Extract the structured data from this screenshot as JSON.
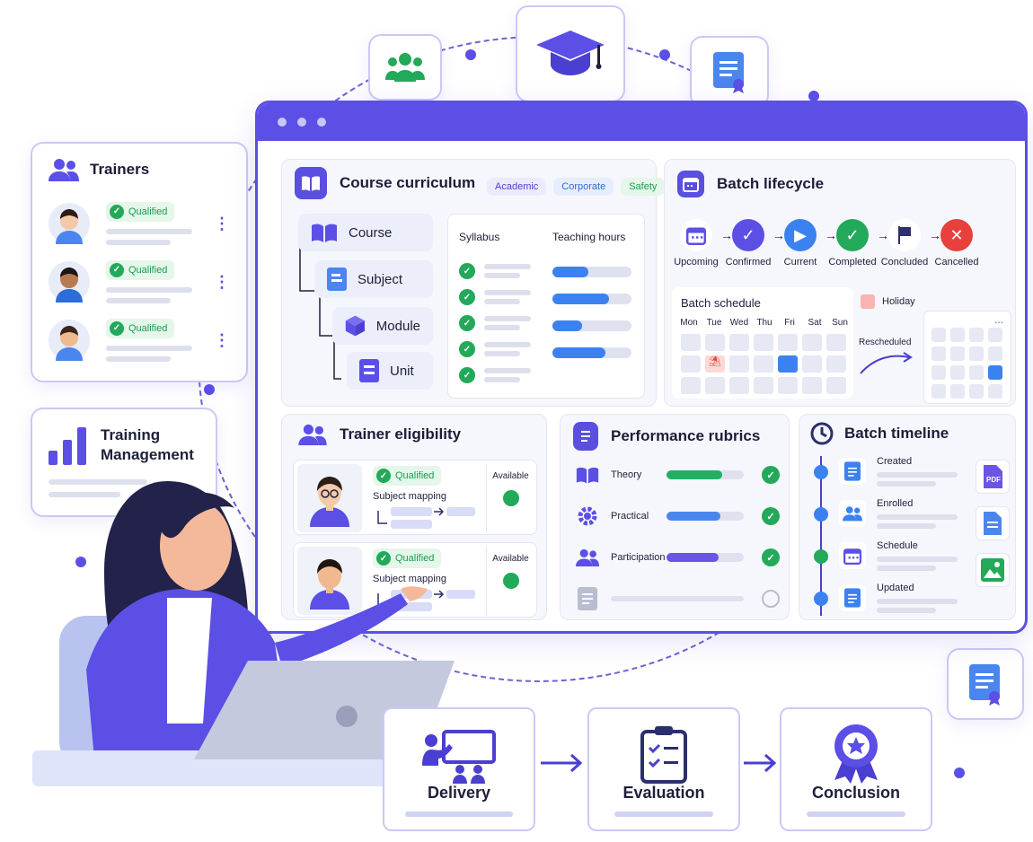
{
  "trainers_card": {
    "title": "Trainers",
    "trainers": [
      {
        "status": "Qualified"
      },
      {
        "status": "Qualified"
      },
      {
        "status": "Qualified"
      }
    ]
  },
  "training_card": {
    "title_line1": "Training",
    "title_line2": "Management"
  },
  "curriculum": {
    "title": "Course curriculum",
    "tags": [
      "Academic",
      "Corporate",
      "Safety"
    ],
    "tree": [
      "Course",
      "Subject",
      "Module",
      "Unit"
    ],
    "syllabus_label": "Syllabus",
    "teaching_hours_label": "Teaching hours",
    "hours_fill": [
      0.45,
      0.72,
      0.38,
      0.67
    ]
  },
  "lifecycle": {
    "title": "Batch lifecycle",
    "stages": [
      "Upcoming",
      "Confirmed",
      "Current",
      "Completed",
      "Concluded",
      "Cancelled"
    ],
    "schedule_title": "Batch schedule",
    "days": [
      "Mon",
      "Tue",
      "Wed",
      "Thu",
      "Fri",
      "Sat",
      "Sun"
    ],
    "holiday_label": "Holiday",
    "rescheduled_label": "Rescheduled",
    "more": "..."
  },
  "eligibility": {
    "title": "Trainer eligibility",
    "rows": [
      {
        "status": "Qualified",
        "mapping": "Subject mapping",
        "availability": "Available"
      },
      {
        "status": "Qualified",
        "mapping": "Subject mapping",
        "availability": "Available"
      }
    ]
  },
  "rubrics": {
    "title": "Performance rubrics",
    "items": [
      {
        "label": "Theory",
        "fill": 0.72,
        "color": "#22b060"
      },
      {
        "label": "Practical",
        "fill": 0.7,
        "color": "#4a86ee"
      },
      {
        "label": "Participation",
        "fill": 0.68,
        "color": "#6b54e8"
      },
      {
        "label": "",
        "fill": 0.0,
        "color": "#cfd3e2"
      }
    ]
  },
  "timeline": {
    "title": "Batch timeline",
    "events": [
      "Created",
      "Enrolled",
      "Schedule",
      "Updated"
    ],
    "file_label": "PDF"
  },
  "flow": {
    "steps": [
      "Delivery",
      "Evaluation",
      "Conclusion"
    ]
  },
  "colors": {
    "accent": "#5b4fe6",
    "success": "#22a95a",
    "danger": "#e8403c",
    "blue": "#3b82f0"
  }
}
